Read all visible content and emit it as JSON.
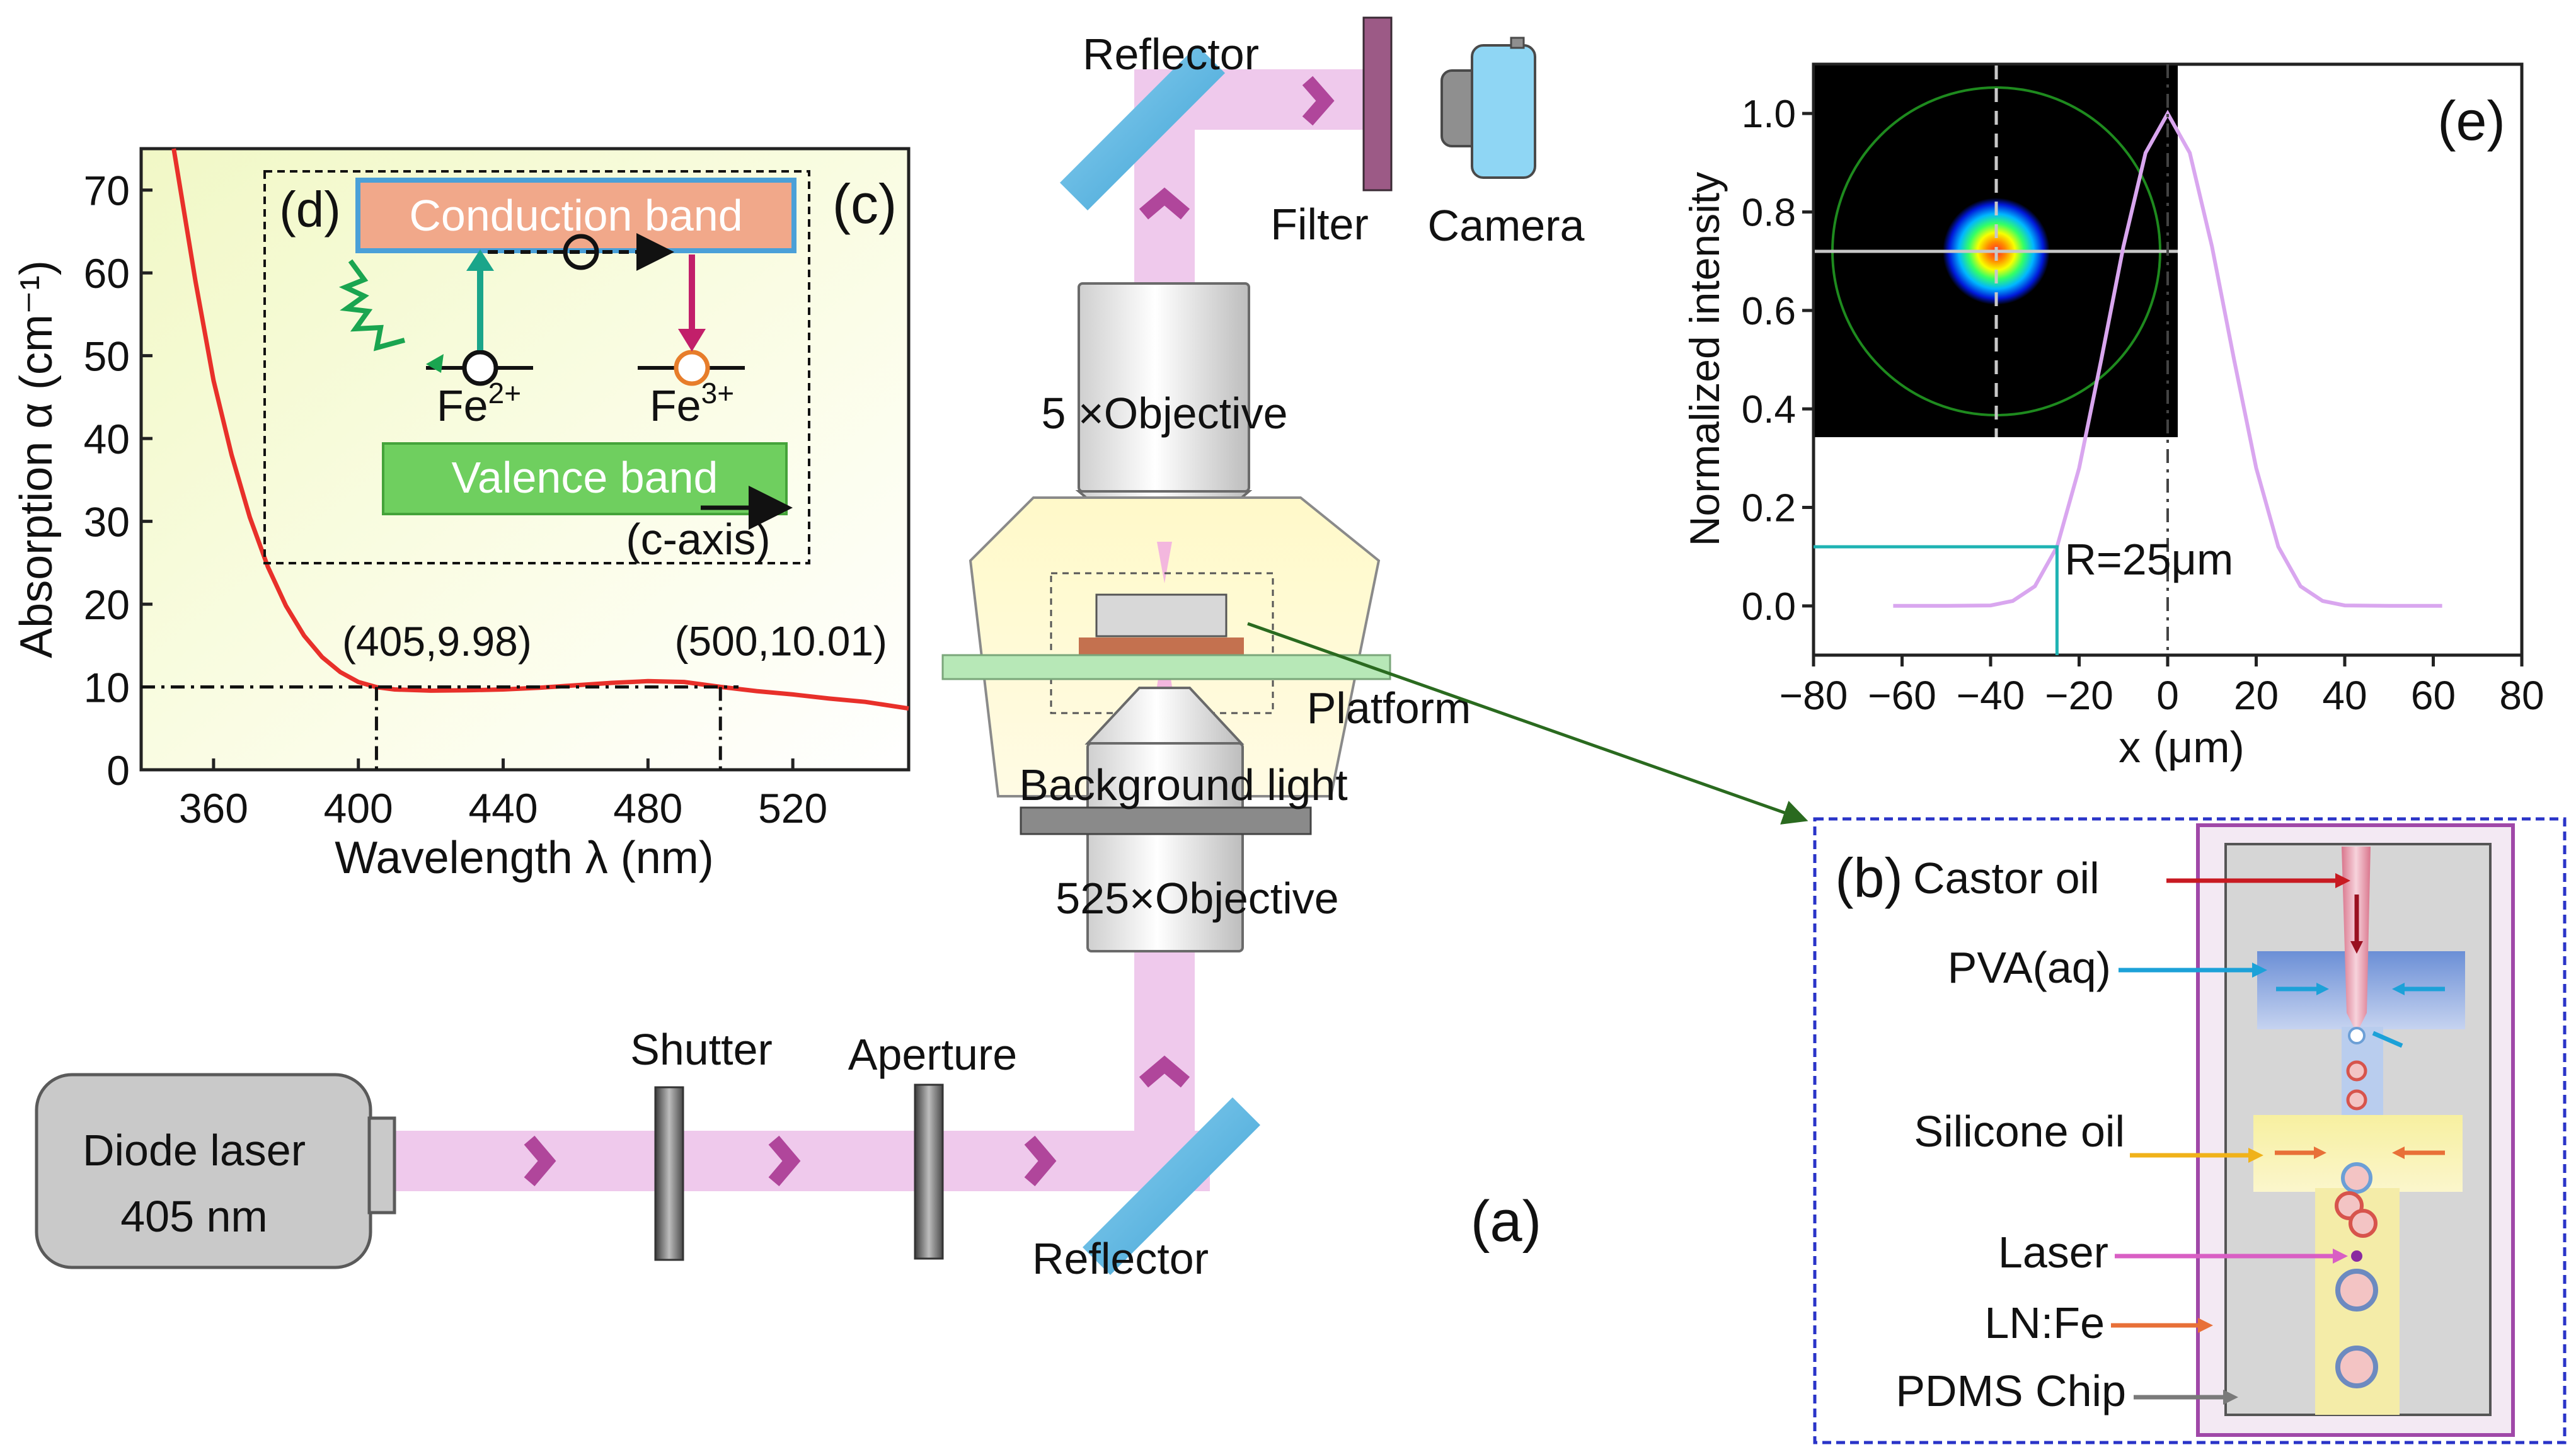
{
  "panel_labels": {
    "a": "(a)",
    "b": "(b)",
    "c": "(c)",
    "d": "(d)",
    "e": "(e)"
  },
  "setup": {
    "laser_line1": "Diode laser",
    "laser_line2": "405 nm",
    "shutter": "Shutter",
    "aperture": "Aperture",
    "reflector_bottom": "Reflector",
    "reflector_top": "Reflector",
    "filter": "Filter",
    "camera": "Camera",
    "objective_top": "5 ×Objective",
    "objective_bottom": "525×Objective",
    "platform": "Platform",
    "background_light": "Background light"
  },
  "chip": {
    "castor_oil": "Castor oil",
    "pva": "PVA(aq)",
    "silicone_oil": "Silicone oil",
    "laser": "Laser",
    "ln_fe": "LN:Fe",
    "pdms": "PDMS Chip"
  },
  "band_diagram": {
    "conduction_band": "Conduction band",
    "valence_band": "Valence band",
    "fe2": "Fe",
    "fe2_sup": "2+",
    "fe3": "Fe",
    "fe3_sup": "3+",
    "c_axis": "(c-axis)"
  },
  "colors": {
    "beam": "#efc9ec",
    "chevron": "#b0469b",
    "absorption_curve": "#e8302a",
    "intensity_curve": "#d9a6ef",
    "chip_border": "#a048a8",
    "inset_box": "#2a34c8",
    "conduction_fill": "#f1a88a",
    "valence_fill": "#6fcf5f"
  },
  "chart_data": [
    {
      "type": "line",
      "panel": "(c)",
      "xlabel": "Wavelength λ (nm)",
      "ylabel": "Absorption α (cm⁻¹)",
      "xlim": [
        340,
        552
      ],
      "ylim": [
        0,
        75
      ],
      "xticks": [
        360,
        400,
        440,
        480,
        520
      ],
      "yticks": [
        0,
        10,
        20,
        30,
        40,
        50,
        60,
        70
      ],
      "series": [
        {
          "x": [
            349,
            355,
            360,
            365,
            370,
            375,
            380,
            385,
            390,
            395,
            400,
            405,
            410,
            420,
            430,
            440,
            450,
            460,
            470,
            480,
            490,
            500,
            510,
            520,
            530,
            540,
            552
          ],
          "y": [
            75,
            59,
            47,
            38,
            30.5,
            24.5,
            19.8,
            16.2,
            13.6,
            11.8,
            10.6,
            9.98,
            9.7,
            9.55,
            9.6,
            9.7,
            9.9,
            10.2,
            10.5,
            10.7,
            10.6,
            10.01,
            9.5,
            9.1,
            8.6,
            8.2,
            7.4
          ]
        }
      ],
      "annotations": [
        {
          "x": 405,
          "y": 9.98,
          "text": "(405,9.98)"
        },
        {
          "x": 500,
          "y": 10.01,
          "text": "(500,10.01)"
        }
      ]
    },
    {
      "type": "line",
      "panel": "(e)",
      "xlabel": "x (μm)",
      "ylabel": "Normalized intensity",
      "xlim": [
        -80,
        80
      ],
      "ylim": [
        -0.1,
        1.1
      ],
      "xticks": [
        -80,
        -60,
        -40,
        -20,
        0,
        20,
        40,
        60,
        80
      ],
      "yticks": [
        0.0,
        0.2,
        0.4,
        0.6,
        0.8,
        1.0
      ],
      "series": [
        {
          "x": [
            -62,
            -50,
            -40,
            -35,
            -30,
            -25,
            -20,
            -15,
            -10,
            -5,
            0,
            5,
            10,
            15,
            20,
            25,
            30,
            35,
            40,
            50,
            62
          ],
          "y": [
            0,
            0,
            0.001,
            0.01,
            0.04,
            0.12,
            0.28,
            0.5,
            0.73,
            0.92,
            1.0,
            0.92,
            0.73,
            0.5,
            0.28,
            0.12,
            0.04,
            0.01,
            0.001,
            0,
            0
          ]
        }
      ],
      "annotations": [
        {
          "x": -25,
          "y": 0.12,
          "text": "R=25μm"
        }
      ]
    }
  ]
}
